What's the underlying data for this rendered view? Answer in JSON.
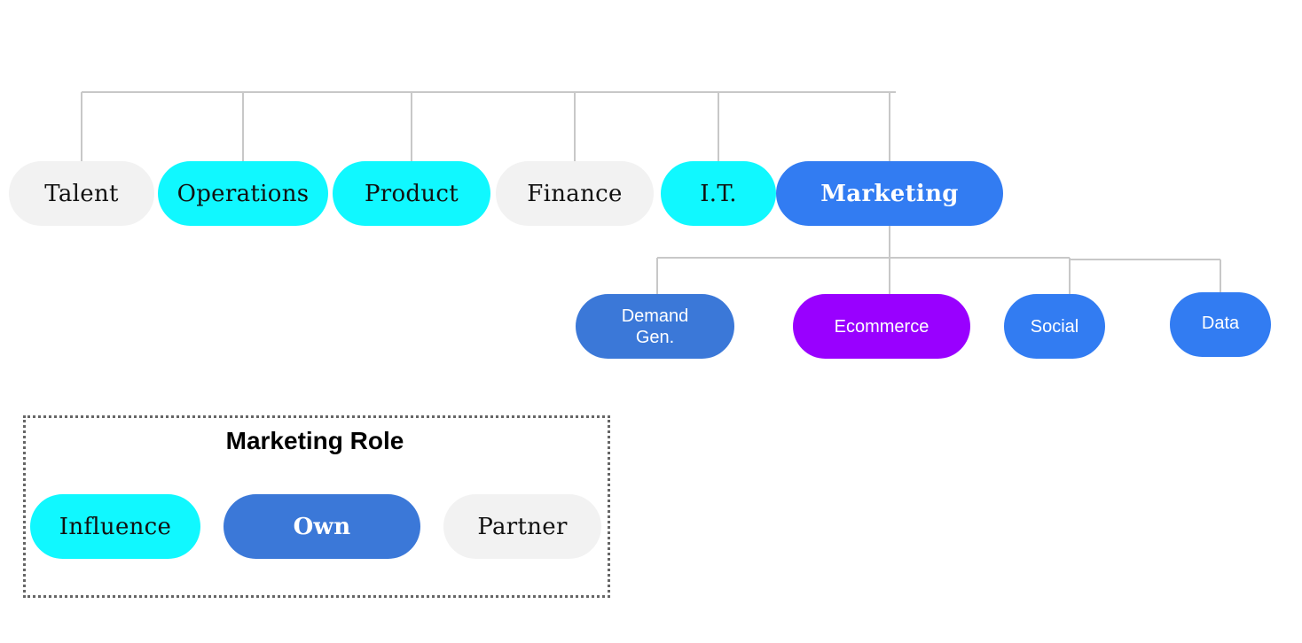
{
  "colors": {
    "influence": "#10F8FF",
    "own": "#3B78D8",
    "own_bright": "#327CF2",
    "partner": "#F2F2F2",
    "ecommerce": "#9900FF",
    "connector": "#C8C8C8"
  },
  "departments": [
    {
      "label": "Talent",
      "role": "partner"
    },
    {
      "label": "Operations",
      "role": "influence"
    },
    {
      "label": "Product",
      "role": "influence"
    },
    {
      "label": "Finance",
      "role": "partner"
    },
    {
      "label": "I.T.",
      "role": "influence"
    },
    {
      "label": "Marketing",
      "role": "own"
    }
  ],
  "marketing_children": [
    {
      "label": "Demand Gen.",
      "color": "own"
    },
    {
      "label": "Ecommerce",
      "color": "ecommerce"
    },
    {
      "label": "Social",
      "color": "own_bright"
    },
    {
      "label": "Data",
      "color": "own_bright"
    }
  ],
  "legend": {
    "title": "Marketing Role",
    "items": [
      {
        "label": "Influence",
        "role": "influence"
      },
      {
        "label": "Own",
        "role": "own"
      },
      {
        "label": "Partner",
        "role": "partner"
      }
    ]
  }
}
